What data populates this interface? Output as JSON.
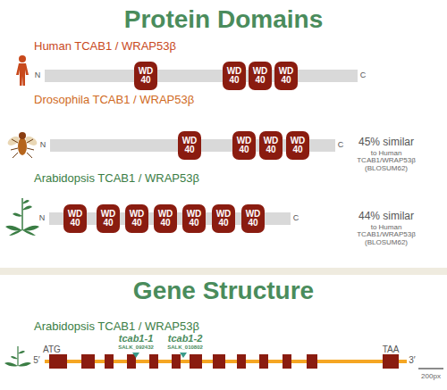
{
  "diagram": {
    "title": "Protein Domains",
    "nodes": [
      {
        "text": [
          "WD 40"
        ]
      },
      {
        "text": [
          "WD 40"
        ]
      },
      {
        "text": [
          "WD 40"
        ]
      },
      {
        "text": [
          "WD 40"
        ]
      },
      {
        "text": [
          "WD 40"
        ]
      },
      {
        "text": [
          "WD 40"
        ]
      },
      {
        "text": [
          "WD 40"
        ]
      },
      {
        "text": [
          "WD 40"
        ]
      },
      {
        "text": [
          "WD 40"
        ]
      },
      {
        "text": [
          "WD 40"
        ]
      },
      {
        "text": [
          "WD 40"
        ]
      },
      {
        "text": [
          "WD 40"
        ]
      },
      {
        "text": [
          "WD 40"
        ]
      },
      {
        "text": [
          "WD 40"
        ]
      },
      {
        "text": [
          "WD 40"
        ]
      }
    ],
    "labels": [
      "Human TCAB1 / WRAP53β",
      "N",
      "C",
      "Drosophila TCAB1 / WRAP53β",
      "N",
      "C",
      "45% similar",
      "to Human TCAB1/WRAP53β (BLOSUM62)",
      "Arabidopsis TCAB1 / WRAP53β",
      "N",
      "C",
      "44% similar",
      "to Human TCAB1/WRAP53β (BLOSUM62)",
      "Gene Structure",
      "Arabidopsis TCAB1 / WRAP53β",
      "ATG",
      "TAA",
      "5′",
      "3′",
      "tcab1-1",
      "SALK_092432",
      "tcab1-2",
      "SALK_010802",
      "200px"
    ]
  }
}
